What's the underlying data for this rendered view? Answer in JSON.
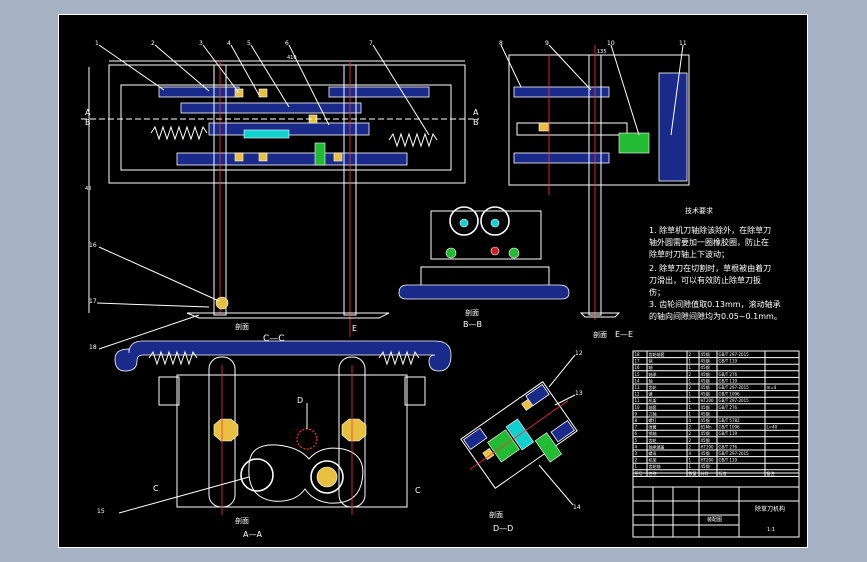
{
  "views": {
    "cc_title": "C—C",
    "bb_title": "B—B",
    "ee_title": "E—E",
    "aa_title": "A—A",
    "dd_title": "D—D",
    "cc_prefix": "剖面",
    "bb_prefix": "剖面",
    "ee_prefix": "剖面",
    "aa_prefix": "剖面",
    "dd_prefix": "剖面"
  },
  "section_marks": {
    "A": "A",
    "B": "B",
    "C": "C",
    "D": "D",
    "E": "E"
  },
  "dims": {
    "top_width": "410",
    "top_right": "135",
    "left_height": "40"
  },
  "callouts": [
    "1",
    "2",
    "3",
    "4",
    "5",
    "6",
    "7",
    "8",
    "9",
    "10",
    "11",
    "12",
    "13",
    "14",
    "15",
    "16",
    "17",
    "18"
  ],
  "tech": {
    "title": "技术要求",
    "lines": [
      "1. 除草机刀轴除该除外，在除草刀",
      "轴外圆需要加一圈橡胶圈，防止在",
      "除草时刀轴上下波动；",
      "2. 除草刀在切割时，草根被由着刀",
      "刀滑出，可以有效防止除草刀扳",
      "伤；",
      "3. 齿轮间隙值取0.13mm，滚动轴承",
      "的轴向间隙间隙均为0.05~0.1mm。"
    ]
  },
  "parts_table": {
    "rows": [
      [
        "18",
        "齿轮轴套",
        "2",
        "45钢",
        "GB/T 297-2015",
        ""
      ],
      [
        "17",
        "销",
        "1",
        "45钢",
        "GB/T 119",
        ""
      ],
      [
        "16",
        "轴",
        "1",
        "45钢",
        "",
        ""
      ],
      [
        "15",
        "轴承",
        "2",
        "45钢",
        "GB/T 276",
        ""
      ],
      [
        "14",
        "轴",
        "1",
        "45钢",
        "GB/T 119",
        ""
      ],
      [
        "13",
        "齿轮",
        "2",
        "45钢",
        "GB/T 297-2015",
        "m=4"
      ],
      [
        "12",
        "键",
        "1",
        "45钢",
        "GB/T 1096",
        ""
      ],
      [
        "11",
        "机架",
        "1",
        "HT200",
        "GB/T 297-2015",
        ""
      ],
      [
        "10",
        "轴套",
        "1",
        "45钢",
        "GB/T 276",
        ""
      ],
      [
        "9",
        "刀轴",
        "1",
        "45钢",
        "",
        ""
      ],
      [
        "8",
        "螺钉",
        "4",
        "45钢",
        "GB/T 5782",
        ""
      ],
      [
        "7",
        "弹簧",
        "2",
        "65Mn",
        "GB/T 1096",
        "L=40"
      ],
      [
        "6",
        "销轴",
        "2",
        "45钢",
        "GB/T 119",
        ""
      ],
      [
        "5",
        "齿轮",
        "2",
        "45钢",
        "",
        ""
      ],
      [
        "4",
        "轴承端盖",
        "2",
        "HT200",
        "GB/T 276",
        ""
      ],
      [
        "3",
        "螺母",
        "4",
        "45钢",
        "GB/T 297-2015",
        ""
      ],
      [
        "2",
        "机架",
        "1",
        "HT200",
        "GB/T 119",
        ""
      ],
      [
        "1",
        "齿轮轴",
        "1",
        "45钢",
        "",
        ""
      ]
    ],
    "header": [
      "序号",
      "名称",
      "数量",
      "材料",
      "标准",
      "备注"
    ],
    "title_cells": {
      "name": "除草刀机构",
      "scale": "1:1",
      "sheet": "装配图"
    }
  }
}
